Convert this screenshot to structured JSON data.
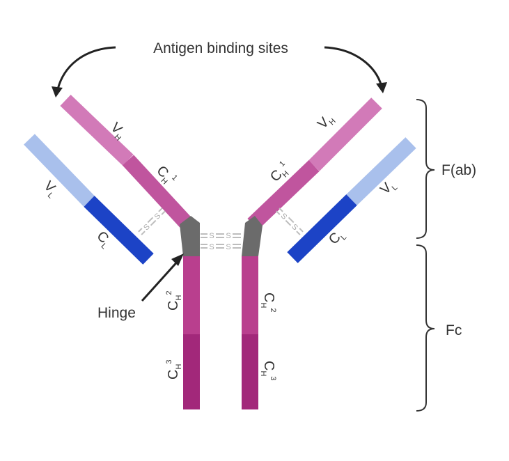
{
  "title": "Antigen binding sites",
  "labels": {
    "hinge": "Hinge",
    "fab": "F(ab)",
    "fc": "Fc"
  },
  "domains": {
    "vh_main": "V",
    "vh_sub": "H",
    "vl_main": "V",
    "vl_sub": "L",
    "ch1_main": "C",
    "ch1_sub": "H",
    "ch1_sup": "1",
    "cl_main": "C",
    "cl_sub": "L",
    "ch2_main": "C",
    "ch2_sub": "H",
    "ch2_sup": "2",
    "ch3_main": "C",
    "ch3_sub": "H",
    "ch3_sup": "3"
  },
  "disulfide": "S",
  "colors": {
    "vh": "#d27ab8",
    "ch1": "#c0559e",
    "hinge": "#6b6b6b",
    "ch2": "#b93f8e",
    "ch3": "#a2287a",
    "vl": "#a9c0ec",
    "cl": "#1c43c6",
    "bond": "#b8b8b8"
  }
}
